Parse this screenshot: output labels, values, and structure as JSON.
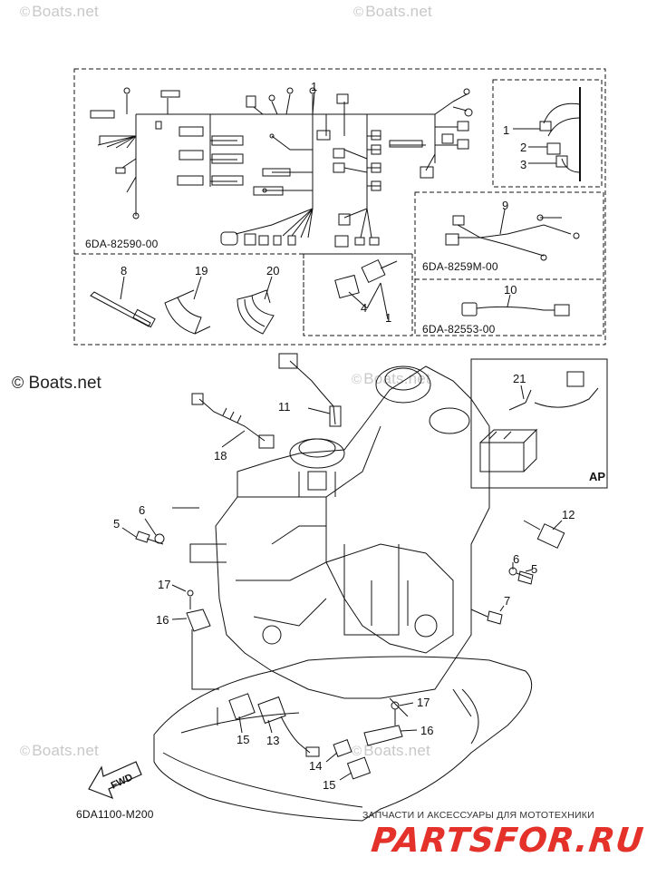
{
  "watermarks": {
    "text": "Boats.net",
    "copyright_symbol": "©",
    "main_label": "Boats.net"
  },
  "harness_box": {
    "main_code": "6DA-82590-00",
    "sub_harness_9_code": "6DA-8259M-00",
    "sub_harness_10_code": "6DA-82553-00"
  },
  "callouts": [
    "1",
    "2",
    "3",
    "4",
    "5",
    "6",
    "7",
    "8",
    "9",
    "10",
    "11",
    "12",
    "13",
    "14",
    "15",
    "16",
    "17",
    "18",
    "19",
    "20",
    "21"
  ],
  "labels": {
    "ap": "AP",
    "fwd": "FWD",
    "diagram_code": "6DA1100-M200"
  },
  "footer": {
    "tagline": "ЗАПЧАСТИ И АКСЕССУАРЫ ДЛЯ МОТОТЕХНИКИ",
    "logo": "PARTSFOR.RU"
  },
  "colors": {
    "line": "#111111",
    "watermark": "#c8c8c8",
    "logo_red": "#e4322b"
  }
}
